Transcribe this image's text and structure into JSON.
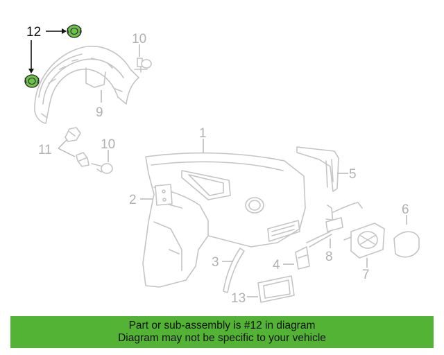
{
  "callouts": {
    "c1": "1",
    "c2": "2",
    "c3": "3",
    "c4": "4",
    "c5": "5",
    "c6": "6",
    "c7": "7",
    "c8": "8",
    "c9": "9",
    "c10a": "10",
    "c10b": "10",
    "c11": "11",
    "c12": "12",
    "c13": "13"
  },
  "highlighted_part": "12",
  "colors": {
    "highlight_part": "#6cc24a",
    "banner_background": "#52b334",
    "callout_default": "#b0b0b0",
    "callout_highlight": "#111111"
  },
  "banner": {
    "line1": "Part or sub-assembly is #12 in diagram",
    "line2": "Diagram may not be specific to your vehicle"
  }
}
